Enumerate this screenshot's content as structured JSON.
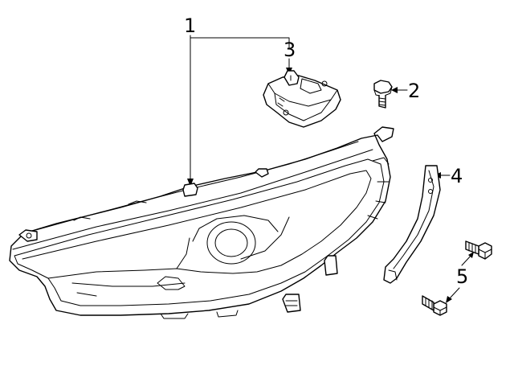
{
  "callouts": [
    {
      "id": "1",
      "label": "1",
      "part": "headlamp-assembly"
    },
    {
      "id": "2",
      "label": "2",
      "part": "screw"
    },
    {
      "id": "3",
      "label": "3",
      "part": "control-module"
    },
    {
      "id": "4",
      "label": "4",
      "part": "bracket"
    },
    {
      "id": "5",
      "label": "5",
      "part": "bolts"
    }
  ],
  "colors": {
    "line": "#000000",
    "background": "#ffffff"
  }
}
